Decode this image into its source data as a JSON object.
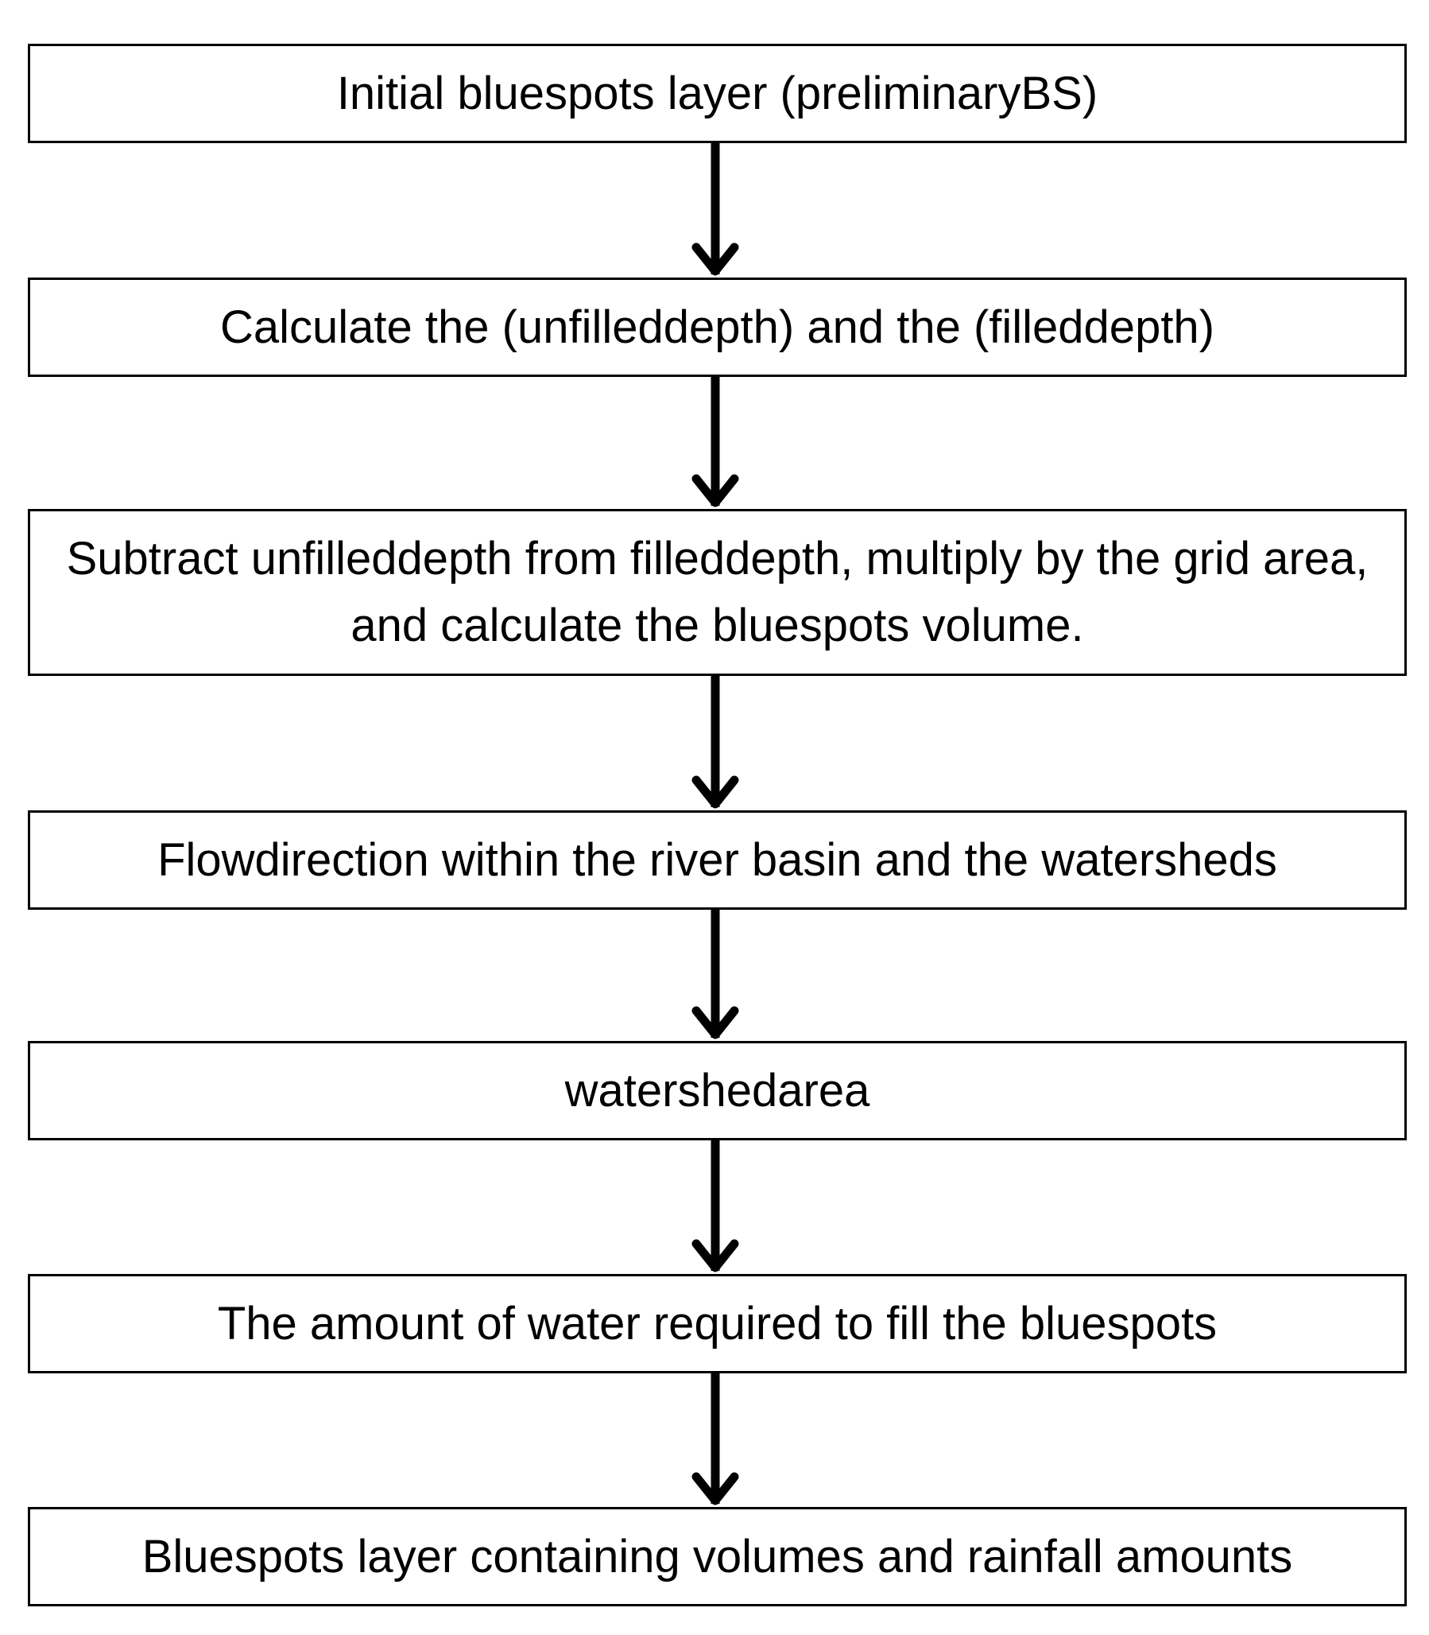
{
  "flowchart": {
    "steps": [
      {
        "text": "Initial bluespots layer (preliminaryBS)"
      },
      {
        "text": "Calculate the (unfilleddepth) and the (filleddepth)"
      },
      {
        "text": "Subtract unfilleddepth from filleddepth, multiply by the grid area, and calculate the bluespots volume."
      },
      {
        "text": "Flowdirection within the river basin and the watersheds"
      },
      {
        "text": "watershedarea"
      },
      {
        "text": "The amount of water required to fill the bluespots"
      },
      {
        "text": "Bluespots layer containing volumes and rainfall amounts"
      }
    ],
    "colors": {
      "stroke": "#000000",
      "background": "#ffffff",
      "text": "#000000"
    }
  }
}
